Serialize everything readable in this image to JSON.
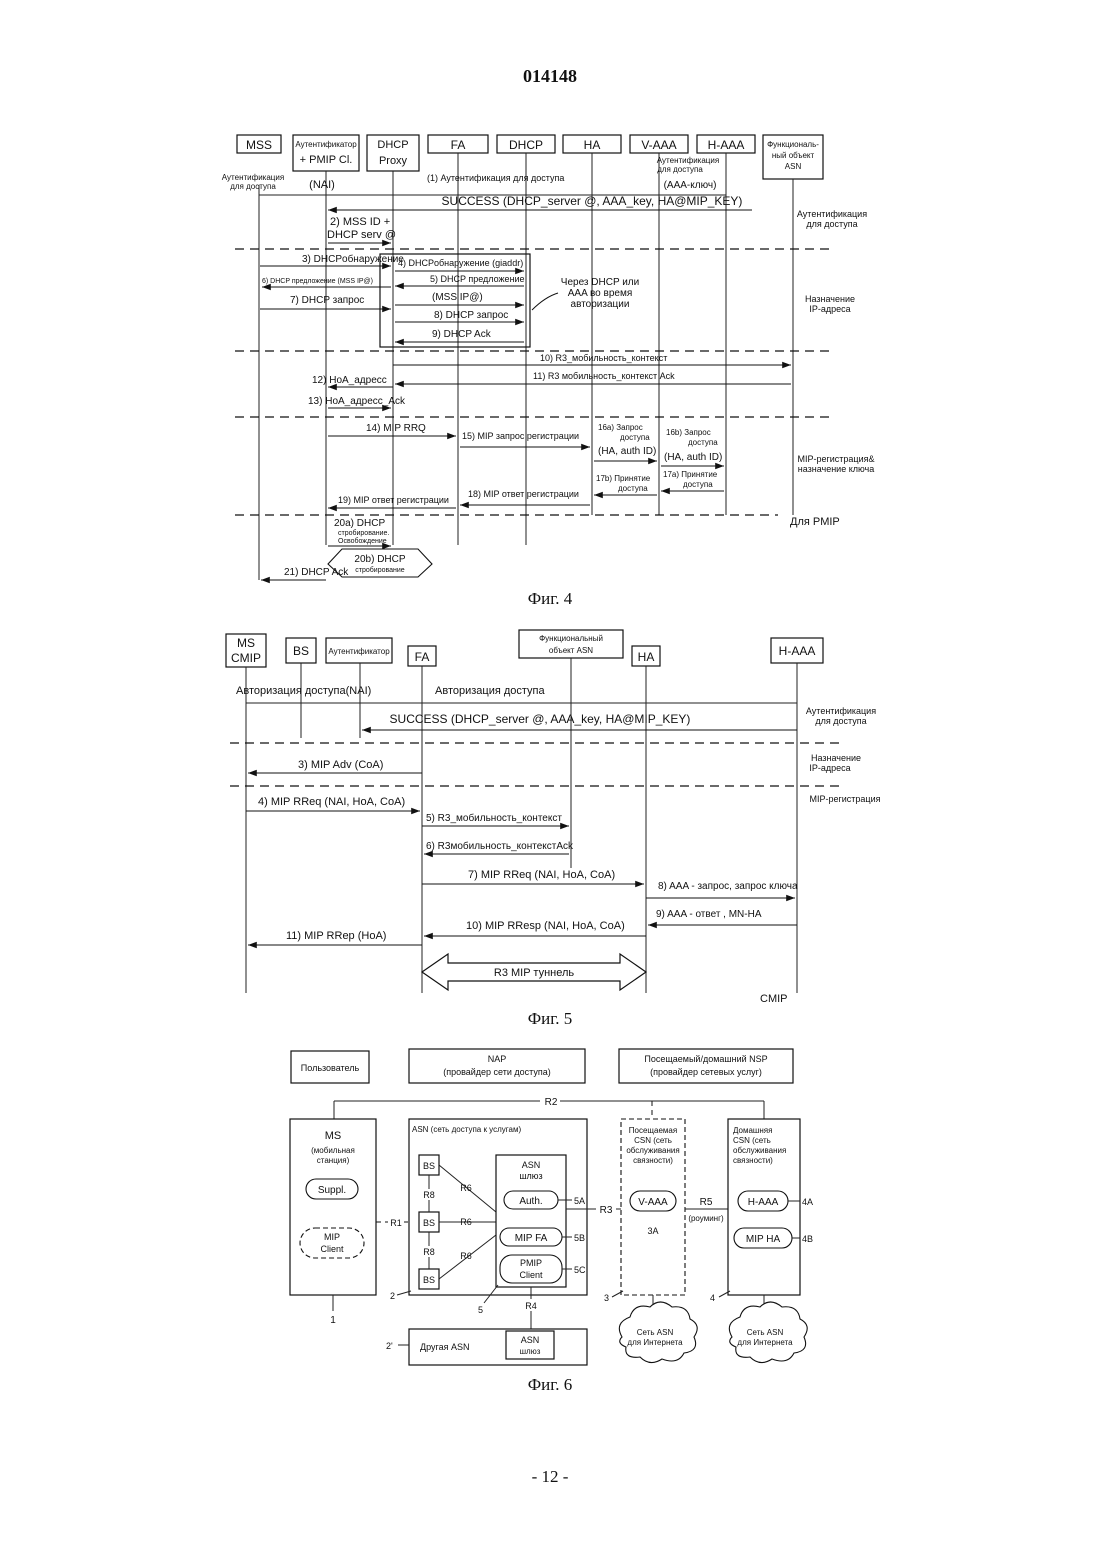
{
  "page": {
    "header": "014148",
    "page_number": "- 12 -"
  },
  "fig4": {
    "caption": "Фиг. 4",
    "entities": [
      "MSS",
      "Аутентификатор",
      "+ PMIP Cl.",
      "DHCP",
      "Proxy",
      "FA",
      "DHCP",
      "HA",
      "V-AAA",
      "H-AAA",
      "Функциональ-",
      "ный объект",
      "ASN"
    ],
    "notes": {
      "auth_mss": [
        "Аутентификация",
        "для доступа"
      ],
      "nai": "(NAI)",
      "auth_vaaa": [
        "Аутентификация",
        "для доступа"
      ],
      "aaa_key": "(AAA-ключ)",
      "via_dhcp": [
        "Через DHCP или",
        "AAA во время",
        "авторизации"
      ]
    },
    "messages": {
      "m1": "(1) Аутентификация для доступа",
      "success": "SUCCESS (DHCP_server @, AAA_key, HA@MIP_KEY)",
      "m2a": "2) MSS ID +",
      "m2b": "DHCP serv @",
      "m3": "3) DHCPобнаружение",
      "m4": "4) DHCPобнаружение (giaddr)",
      "m5": "5) DHCP предложение",
      "m6": "6) DHCP предложение (MSS IP@)",
      "mssip": "(MSS IP@)",
      "m7": "7) DHCP запрос",
      "m8": "8) DHCP запрос",
      "m9": "9) DHCP Ack",
      "m10": "10) R3_мобильность_контекст",
      "m11": "11) R3 мобильность_контекст Ack",
      "m12": "12) HoA_адресс",
      "m13": "13) HoA_адресс_Ack",
      "m14": "14) MIP RRQ",
      "m15": "15) MIP запрос регистрации",
      "m16a": [
        "16a) Запрос",
        "доступа",
        "(HA, auth ID)"
      ],
      "m16b": [
        "16b) Запрос",
        "доступа",
        "(HA, auth ID)"
      ],
      "m17a": [
        "17a) Принятие",
        "доступа"
      ],
      "m17b": [
        "17b) Принятие",
        "доступа"
      ],
      "m18": "18) MIP ответ регистрации",
      "m19": "19) MIP ответ регистрации",
      "m20a": [
        "20a) DHCP",
        "стробирование.",
        "Освобождение"
      ],
      "m20b": [
        "20b) DHCP",
        "стробирование"
      ],
      "m21": "21) DHCP Ack"
    },
    "phases": [
      "Аутентификация",
      "для доступа",
      "Назначение",
      "IP-адреса",
      "MIP-регистрация&",
      "назначение ключа",
      "Для PMIP"
    ]
  },
  "fig5": {
    "caption": "Фиг. 5",
    "entities": [
      "MS",
      "CMIP",
      "BS",
      "Аутентификатор",
      "FA",
      "Функциональный",
      "объект ASN",
      "HA",
      "H-AAA"
    ],
    "messages": {
      "auth_left": "Авторизация доступа(NAI)",
      "auth_right": "Авторизация доступа",
      "success": "SUCCESS (DHCP_server @, AAA_key, HA@MIP_KEY)",
      "m3": "3) MIP Adv (CoA)",
      "m4": "4) MIP RReq (NAI, HoA, CoA)",
      "m5": "5) R3_мобильность_контекст",
      "m6": "6) R3мобильность_контекстAck",
      "m7": "7) MIP RReq (NAI, HoA, CoA)",
      "m8": "8) AAA - запрос, запрос ключа",
      "m9": "9) AAA - ответ , MN-HA",
      "m10": "10) MIP RResp (NAI, HoA, CoA)",
      "m11": "11) MIP RRep (HoA)",
      "tunnel": "R3 MIP туннель"
    },
    "phases": [
      "Аутентификация",
      "для доступа",
      "Назначение",
      "IP-адреса",
      "MIP-регистрация",
      "CMIP"
    ]
  },
  "fig6": {
    "caption": "Фиг. 6",
    "top": [
      "Пользователь",
      "NAP",
      "(провайдер сети доступа)",
      "Посещаемый/домашний NSP",
      "(провайдер сетевых услуг)"
    ],
    "ms": [
      "MS",
      "(мобильная",
      "станция)",
      "Suppl.",
      "MIP",
      "Client"
    ],
    "asn": "ASN (сеть доступа к услугам)",
    "gw": [
      "ASN",
      "шлюз",
      "Auth.",
      "MIP FA",
      "PMIP",
      "Client"
    ],
    "bs": "BS",
    "refs": [
      "R2",
      "R1",
      "R3",
      "R4",
      "R5",
      "(роуминг)",
      "R6",
      "R8"
    ],
    "nums": [
      "1",
      "2",
      "2'",
      "3",
      "3A",
      "4",
      "4A",
      "4B",
      "5",
      "5A",
      "5B",
      "5C"
    ],
    "vcsn": [
      "Посещаемая",
      "CSN (сеть",
      "обслуживания",
      "связности)",
      "V-AAA"
    ],
    "hcsn": [
      "Домашняя",
      "CSN (сеть",
      "обслуживания",
      "связности)",
      "H-AAA",
      "MIP HA"
    ],
    "other_asn": "Другая ASN",
    "other_gw": [
      "ASN",
      "шлюз"
    ],
    "cloud": [
      "Сеть ASN",
      "для Интернета"
    ]
  }
}
